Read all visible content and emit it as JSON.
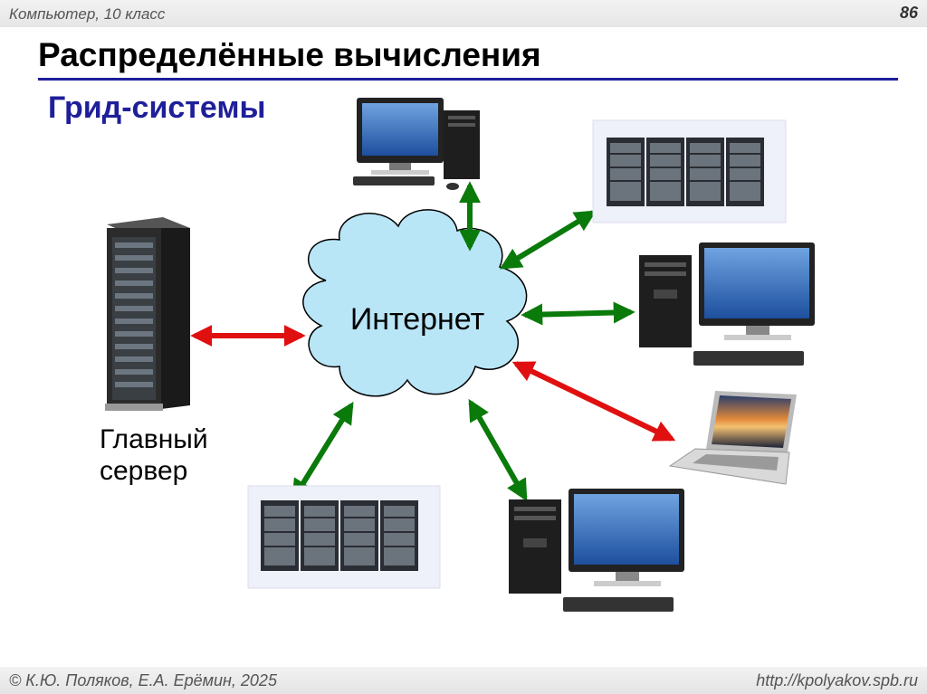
{
  "header": {
    "course": "Компьютер, 10 класс",
    "page_number": "86"
  },
  "slide": {
    "title": "Распределённые вычисления",
    "subtitle": "Грид-системы"
  },
  "diagram": {
    "cloud_label": "Интернет",
    "server_label_line1": "Главный",
    "server_label_line2": "сервер",
    "colors": {
      "green_arrow": "#0a7a0a",
      "red_arrow": "#e01010",
      "cloud_fill": "#b9e6f7",
      "cloud_stroke": "#000000",
      "title_blue": "#1f1f9a"
    },
    "nodes": [
      {
        "name": "main-server",
        "icon": "server-rack-icon",
        "link": "red"
      },
      {
        "name": "top-desktop",
        "icon": "desktop-computer-icon",
        "link": "green"
      },
      {
        "name": "top-right-cluster",
        "icon": "server-cluster-icon",
        "link": "green"
      },
      {
        "name": "right-desktop",
        "icon": "desktop-computer-icon",
        "link": "green"
      },
      {
        "name": "laptop",
        "icon": "laptop-icon",
        "link": "red"
      },
      {
        "name": "bottom-desktop",
        "icon": "desktop-computer-icon",
        "link": "green"
      },
      {
        "name": "bottom-left-cluster",
        "icon": "server-cluster-icon",
        "link": "green"
      }
    ]
  },
  "footer": {
    "copyright": "© К.Ю. Поляков, Е.А. Ерёмин, 2025",
    "site": "http://kpolyakov.spb.ru"
  }
}
